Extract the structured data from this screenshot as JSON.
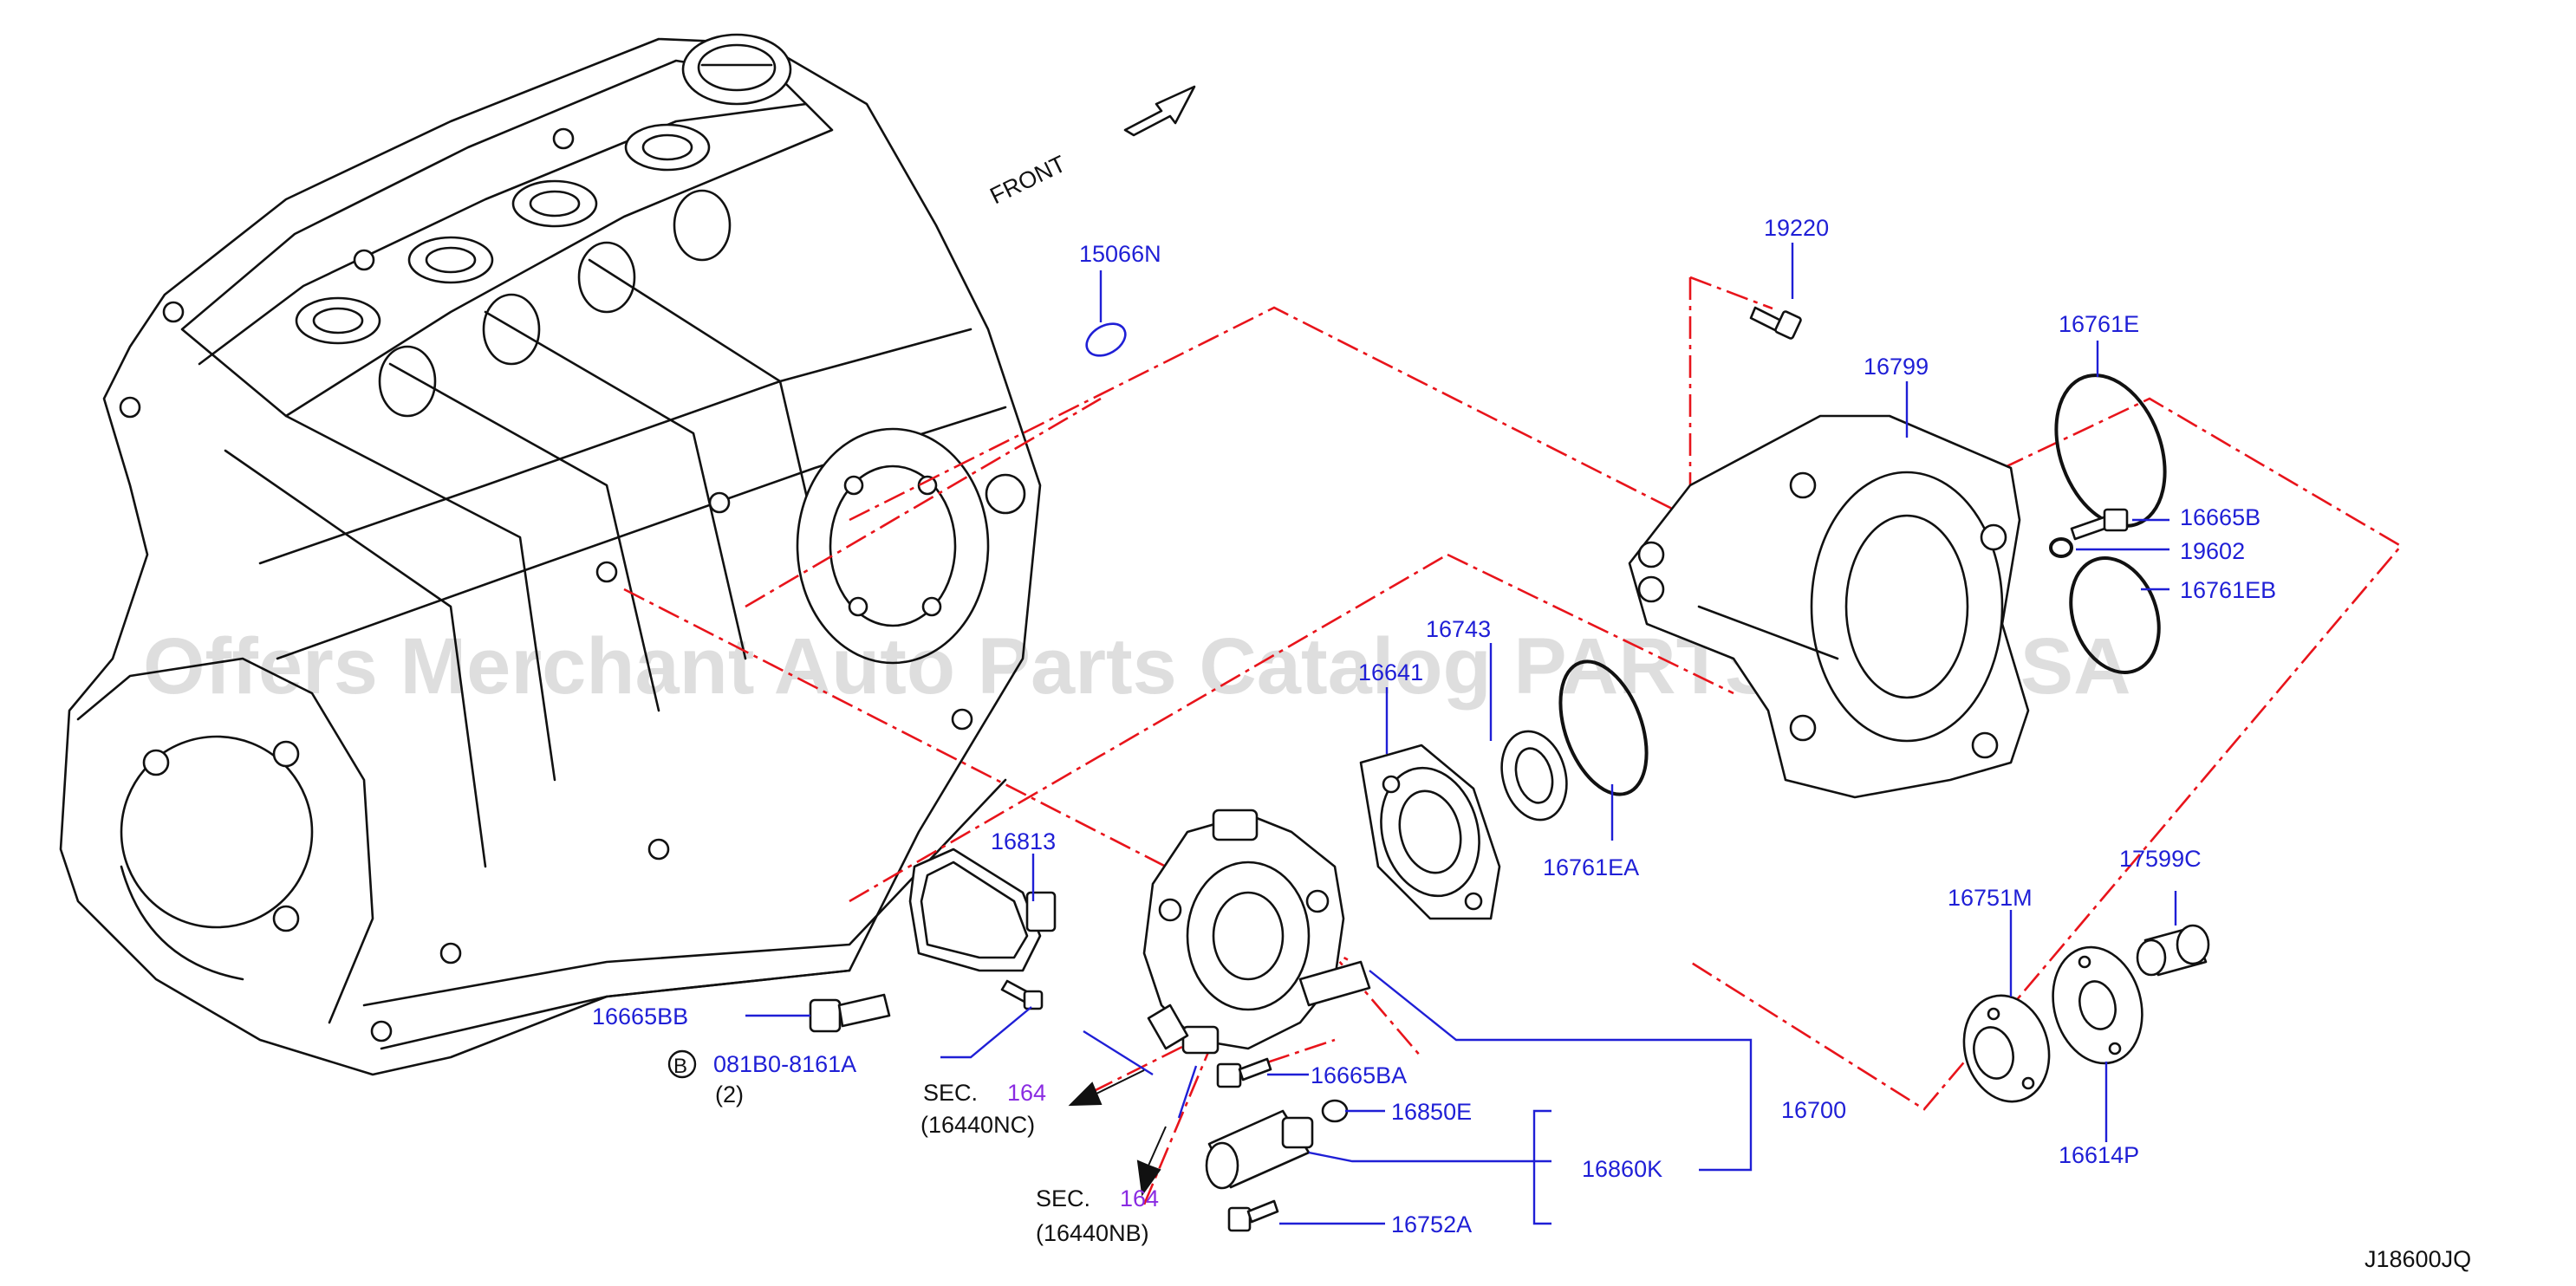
{
  "diagram": {
    "front_label": "FRONT",
    "watermark": "Offers Merchant Auto Parts Catalog PARTSTORE.SA",
    "figure_code": "J18600JQ",
    "part_labels": {
      "p15066N": "15066N",
      "p19220": "19220",
      "p16799": "16799",
      "p16761E": "16761E",
      "p16665B": "16665B",
      "p19602": "19602",
      "p16761EB": "16761EB",
      "p16743": "16743",
      "p16641": "16641",
      "p16761EA": "16761EA",
      "p16813": "16813",
      "p16665BB": "16665BB",
      "p081B0": "081B0-8161A",
      "p081B0_qty": "(2)",
      "p16665BA": "16665BA",
      "p16850E": "16850E",
      "p16860K": "16860K",
      "p16700": "16700",
      "p16752A": "16752A",
      "p17599C": "17599C",
      "p16751M": "16751M",
      "p16614P": "16614P"
    },
    "bolt_marker": "B",
    "sec_refs": [
      {
        "sec": "SEC.",
        "num": "164",
        "sub": "(16440NC)"
      },
      {
        "sec": "SEC.",
        "num": "164",
        "sub": "(16440NB)"
      }
    ]
  },
  "colors": {
    "part_number": "#1f1fd6",
    "sec_number": "#8a2be2",
    "dash_line": "#e8141b",
    "line_art": "#111111"
  }
}
